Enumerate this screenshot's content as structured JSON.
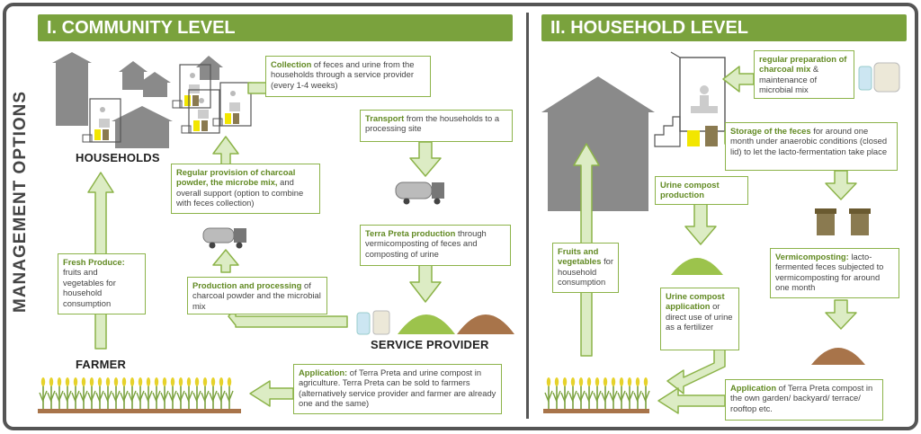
{
  "vertical_title": "MANAGEMENT OPTIONS",
  "community": {
    "header": "I. COMMUNITY LEVEL",
    "labels": {
      "households": "HOUSEHOLDS",
      "farmer": "FARMER",
      "service_provider": "SERVICE PROVIDER"
    },
    "collection": {
      "bold": "Collection",
      "text": " of feces and urine from the households through a service provider (every 1-4 weeks)"
    },
    "transport": {
      "bold": "Transport",
      "text": " from the households to a processing site"
    },
    "terra_preta": {
      "bold": "Terra Preta production",
      "text": " through vermicomposting of feces and composting of urine"
    },
    "regular_provision": {
      "bold": "Regular provision of charcoal powder, the microbe mix,",
      "text": " and overall support (option to combine with feces collection)"
    },
    "production": {
      "bold": "Production and processing",
      "text": " of charcoal powder and the microbial mix"
    },
    "fresh_produce": {
      "bold": "Fresh Produce:",
      "text": " fruits and vegetables for household consumption"
    },
    "application": {
      "bold": "Application:",
      "text": " of Terra Preta and urine compost in agriculture. Terra Preta can be sold to farmers (alternatively service provider and farmer are already one and the same)"
    }
  },
  "household": {
    "header": "II. HOUSEHOLD LEVEL",
    "charcoal": {
      "bold": "regular preparation of charcoal mix",
      "text": " & maintenance of microbial mix"
    },
    "storage": {
      "bold": "Storage of the feces",
      "text": " for around one month under anaerobic conditions (closed lid) to let the lacto-fermentation take place"
    },
    "urine_compost": {
      "bold": "Urine compost production",
      "text": ""
    },
    "fruits": {
      "bold": "Fruits and vegetables",
      "text": " for household consumption"
    },
    "urine_application": {
      "bold": "Urine compost application",
      "text": " or direct use of urine as a fertilizer"
    },
    "vermicomposting": {
      "bold": "Vermicomposting:",
      "text": " lacto-fermented feces subjected to vermicomposting for around one month"
    },
    "application": {
      "bold": "Application",
      "text": " of Terra Preta compost in the own garden/ backyard/ terrace/ rooftop etc."
    }
  },
  "colors": {
    "green": "#7aa23d",
    "arrow": "#dcecc4",
    "arrow_stroke": "#8cb349",
    "house": "#8a8a8a",
    "frame": "#555555"
  }
}
